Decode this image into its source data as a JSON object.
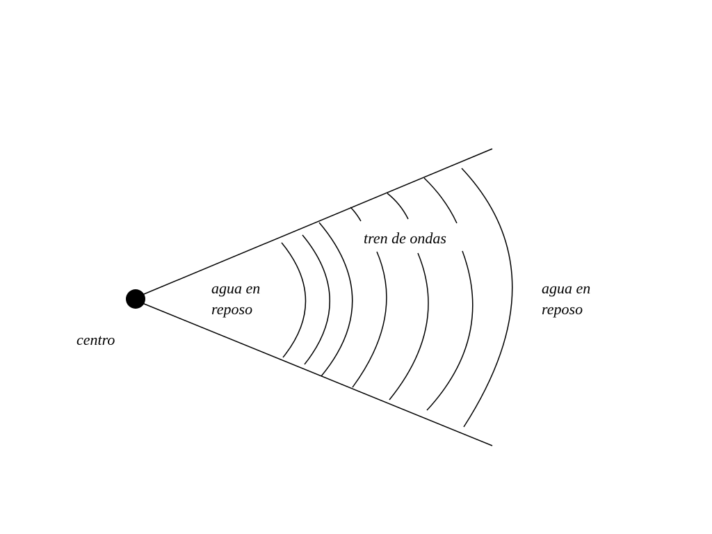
{
  "labels": {
    "center": "centro",
    "rest_inner_line1": "agua en",
    "rest_inner_line2": "reposo",
    "wave_train": "tren de ondas",
    "rest_outer_line1": "agua en",
    "rest_outer_line2": "reposo"
  },
  "colors": {
    "ink": "#000000",
    "background": "#ffffff"
  }
}
